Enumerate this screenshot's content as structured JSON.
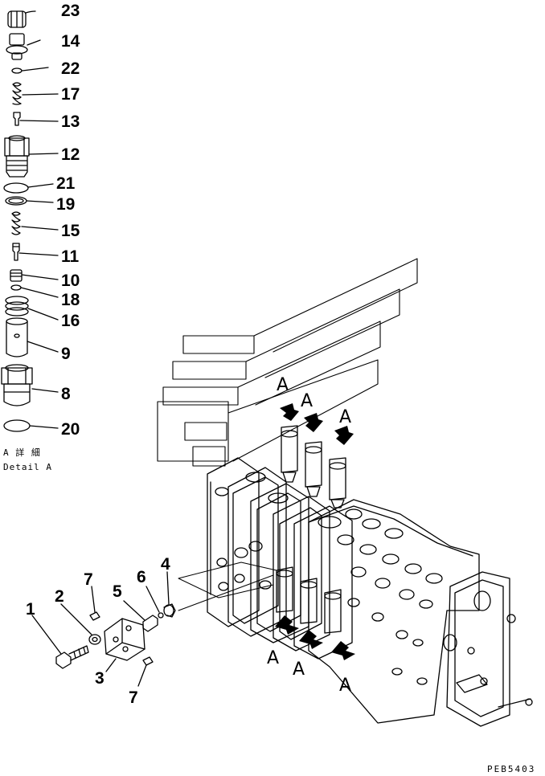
{
  "parts_list": [
    {
      "num": "23",
      "part": "cap"
    },
    {
      "num": "14",
      "part": "plug"
    },
    {
      "num": "22",
      "part": "o-ring"
    },
    {
      "num": "17",
      "part": "spring"
    },
    {
      "num": "13",
      "part": "poppet"
    },
    {
      "num": "12",
      "part": "sleeve"
    },
    {
      "num": "21",
      "part": "o-ring"
    },
    {
      "num": "19",
      "part": "backup-ring"
    },
    {
      "num": "15",
      "part": "spring"
    },
    {
      "num": "11",
      "part": "piston"
    },
    {
      "num": "10",
      "part": "valve"
    },
    {
      "num": "18",
      "part": "ring"
    },
    {
      "num": "16",
      "part": "spring"
    },
    {
      "num": "9",
      "part": "sleeve"
    },
    {
      "num": "8",
      "part": "body"
    },
    {
      "num": "20",
      "part": "o-ring"
    }
  ],
  "assembly_labels": {
    "n1": "1",
    "n2": "2",
    "n3": "3",
    "n4": "4",
    "n5": "5",
    "n6": "6",
    "n7a": "7",
    "n7b": "7"
  },
  "detail_caption": {
    "jp": "A 詳 細",
    "en": "Detail A"
  },
  "detail_marker": "A",
  "drawing_code": "PEB5403",
  "colors": {
    "line": "#000000",
    "background": "#ffffff"
  }
}
